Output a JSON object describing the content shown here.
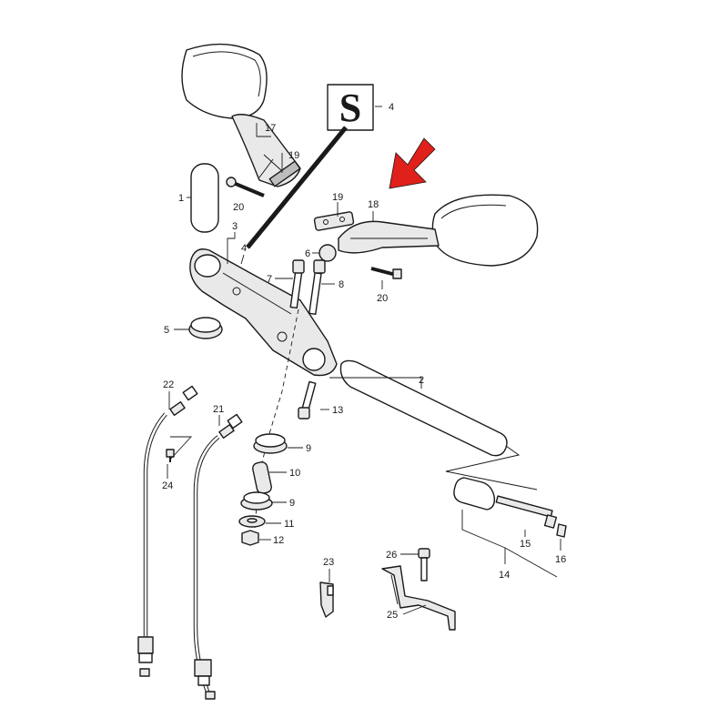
{
  "callouts": {
    "n1": "1",
    "n2": "2",
    "n3": "3",
    "n4a": "4",
    "n4b": "4",
    "n5": "5",
    "n6": "6",
    "n7": "7",
    "n8": "8",
    "n9a": "9",
    "n9b": "9",
    "n10": "10",
    "n11": "11",
    "n12": "12",
    "n13": "13",
    "n14": "14",
    "n15": "15",
    "n16": "16",
    "n17": "17",
    "n18": "18",
    "n19a": "19",
    "n19b": "19",
    "n20a": "20",
    "n20b": "20",
    "n21": "21",
    "n22": "22",
    "n23": "23",
    "n24": "24",
    "n25": "25",
    "n26": "26"
  },
  "emblem": {
    "glyph": "S"
  },
  "colors": {
    "arrow": "#e0201b",
    "line": "#1a1a1a",
    "fill": "#ffffff"
  }
}
